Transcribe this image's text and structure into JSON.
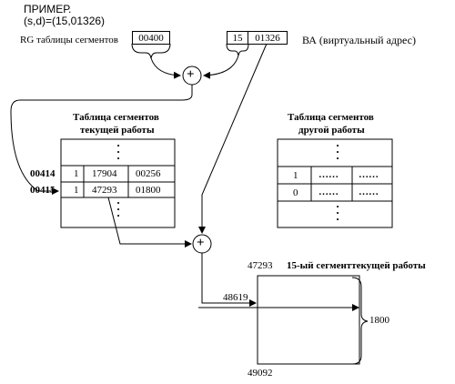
{
  "header": {
    "title": "ПРИМЕР.",
    "pair": "(s,d)=(15,01326)"
  },
  "rg": {
    "label": "RG таблицы сегментов",
    "value": "00400"
  },
  "va": {
    "s": "15",
    "d": "01326",
    "label": "ВА (виртуальный адрес)"
  },
  "adders": {
    "top_symbol": "+",
    "bottom_symbol": "+"
  },
  "current_table": {
    "title_line1": "Таблица сегментов",
    "title_line2": "текущей работы",
    "row_labels": [
      "00414",
      "00415"
    ],
    "rows": [
      [
        "1",
        "17904",
        "00256"
      ],
      [
        "1",
        "47293",
        "01800"
      ]
    ]
  },
  "other_table": {
    "title_line1": "Таблица сегментов",
    "title_line2": "другой работы",
    "rows": [
      [
        "1",
        "……",
        "……"
      ],
      [
        "0",
        "……",
        "……"
      ]
    ]
  },
  "segment": {
    "title": "15-ый сегменттекущей работы",
    "start": "47293",
    "end": "49092",
    "address": "48619",
    "length": "1800"
  }
}
